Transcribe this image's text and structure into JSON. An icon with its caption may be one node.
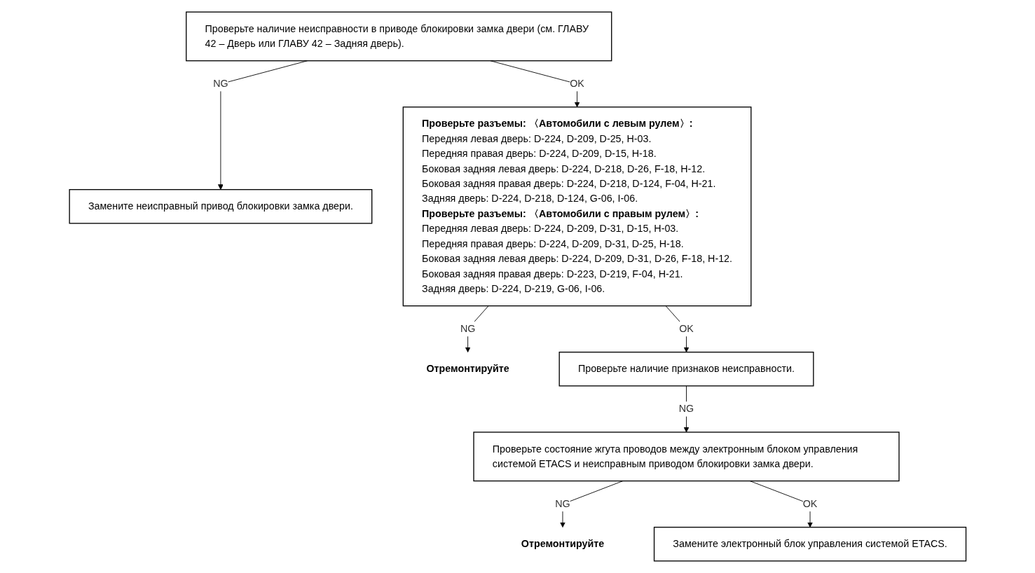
{
  "diagram": {
    "nodes": [
      {
        "text": [
          "Проверьте наличие неисправности в приводе блокировки замка двери (см. ГЛАВУ 42 – Дверь или ГЛАВУ 42 – Задняя дверь)."
        ]
      },
      {
        "text": [
          "Замените неисправный привод блокировки замка двери."
        ]
      },
      {
        "text": [
          "Проверьте разъемы: 〈Автомобили с левым рулем〉:",
          "Передняя левая дверь: D-224, D-209, D-25, H-03.",
          "Передняя правая дверь: D-224, D-209, D-15, H-18.",
          "Боковая задняя левая дверь: D-224, D-218, D-26, F-18, H-12.",
          "Боковая задняя правая дверь: D-224, D-218, D-124, F-04, H-21.",
          "Задняя дверь: D-224, D-218, D-124, G-06, I-06.",
          "Проверьте разъемы: 〈Автомобили с правым рулем〉:",
          "Передняя левая дверь: D-224, D-209, D-31, D-15, H-03.",
          "Передняя правая дверь: D-224, D-209, D-31, D-25, H-18.",
          "Боковая задняя левая дверь: D-224, D-209, D-31, D-26, F-18, H-12.",
          "Боковая задняя правая дверь: D-223, D-219, F-04, H-21.",
          "Задняя дверь: D-224, D-219, G-06, I-06."
        ]
      },
      {
        "text": [
          "Отремонтируйте"
        ]
      },
      {
        "text": [
          "Проверьте наличие признаков неисправности."
        ]
      },
      {
        "text": [
          "Проверьте состояние жгута проводов между электронным блоком управления системой ETACS и неисправным приводом блокировки замка двери."
        ]
      },
      {
        "text": [
          "Отремонтируйте"
        ]
      },
      {
        "text": [
          "Замените электронный блок управления системой ETACS."
        ]
      }
    ],
    "edges": [
      {
        "from": 0,
        "to": 1,
        "arrow": "to",
        "label": "NG"
      },
      {
        "from": 0,
        "to": 2,
        "arrow": "to",
        "label": "OK"
      },
      {
        "from": 2,
        "to": 3,
        "arrow": "to",
        "label": "NG"
      },
      {
        "from": 2,
        "to": 4,
        "arrow": "to",
        "label": "OK"
      },
      {
        "from": 4,
        "to": 5,
        "arrow": "to",
        "label": "NG"
      },
      {
        "from": 5,
        "to": 6,
        "arrow": "to",
        "label": "NG"
      },
      {
        "from": 5,
        "to": 7,
        "arrow": "to",
        "label": "OK"
      }
    ]
  }
}
